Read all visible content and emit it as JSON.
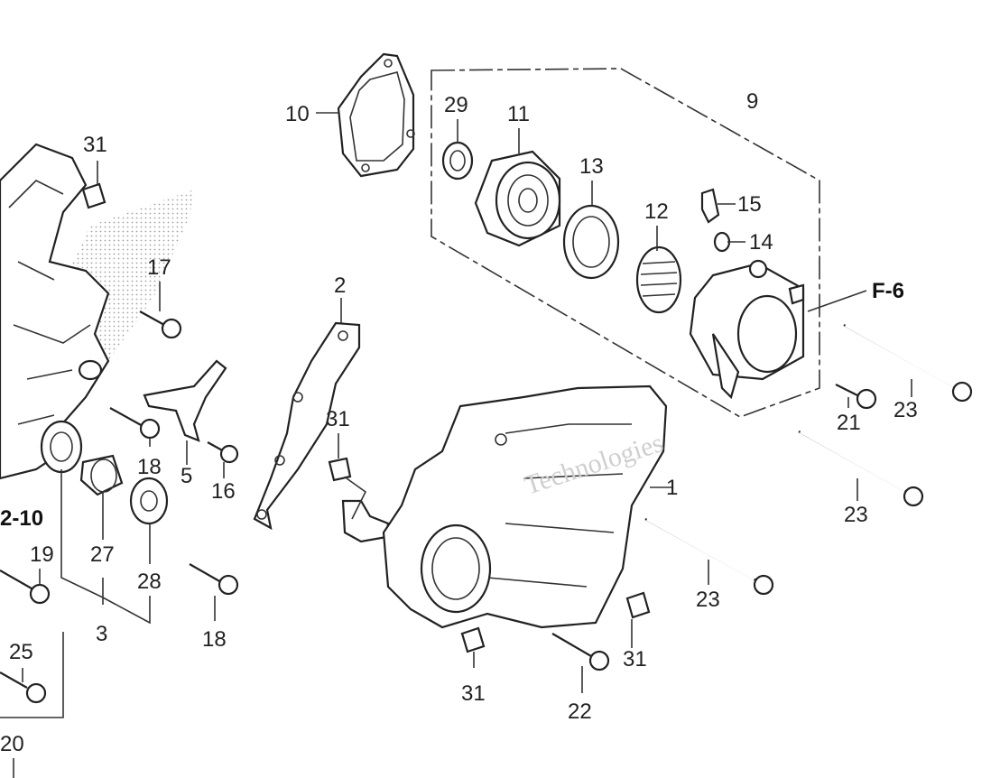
{
  "diagram": {
    "labels": [
      "10",
      "29",
      "11",
      "9",
      "13",
      "12",
      "15",
      "14",
      "F-6",
      "31",
      "17",
      "2",
      "31",
      "23",
      "21",
      "23",
      "18",
      "5",
      "16",
      "1",
      "2-10",
      "27",
      "28",
      "19",
      "23",
      "18",
      "3",
      "25",
      "31",
      "22",
      "31",
      "20"
    ],
    "watermark": "Technologies"
  }
}
